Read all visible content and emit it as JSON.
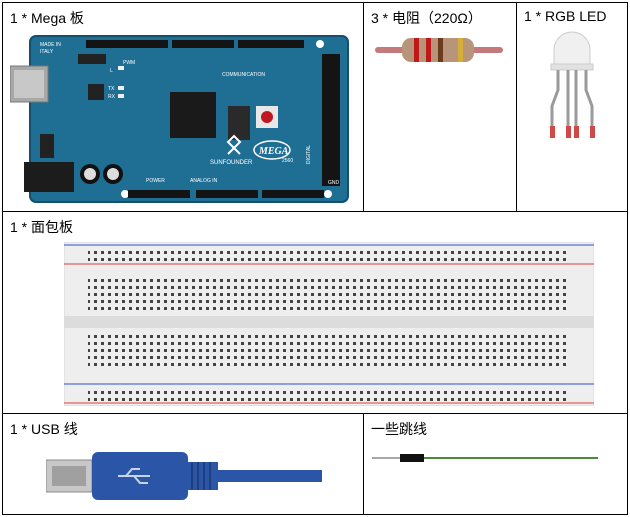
{
  "cells": {
    "mega": {
      "label": "1 * Mega 板"
    },
    "resistor": {
      "label": "3 * 电阻（220Ω）"
    },
    "rgb_led": {
      "label": "1 * RGB LED"
    },
    "breadboard": {
      "label": "1 * 面包板"
    },
    "usb": {
      "label": "1 * USB 线"
    },
    "jumpers": {
      "label": "一些跳线"
    }
  },
  "board": {
    "made_in": "MADE IN",
    "country": "ITALY",
    "pwm": "PWM",
    "l_led": "L",
    "tx": "TX",
    "rx": "RX",
    "communication": "COMMUNICATION",
    "brand": "SUNFOUNDER",
    "model": "MEGA",
    "model_sub": "2560",
    "power": "POWER",
    "analog_in": "ANALOG IN",
    "digital": "DIGITAL",
    "gnd": "GND"
  },
  "colors": {
    "board_blue": "#1f6f95",
    "board_dark": "#14506d",
    "breadboard_bg": "#eeeeee",
    "rail_red": "#d84040",
    "rail_blue": "#3050c8",
    "usb_blue": "#2b56a8",
    "wire_green": "#4a8a3a",
    "resistor_body": "#b8957a"
  }
}
